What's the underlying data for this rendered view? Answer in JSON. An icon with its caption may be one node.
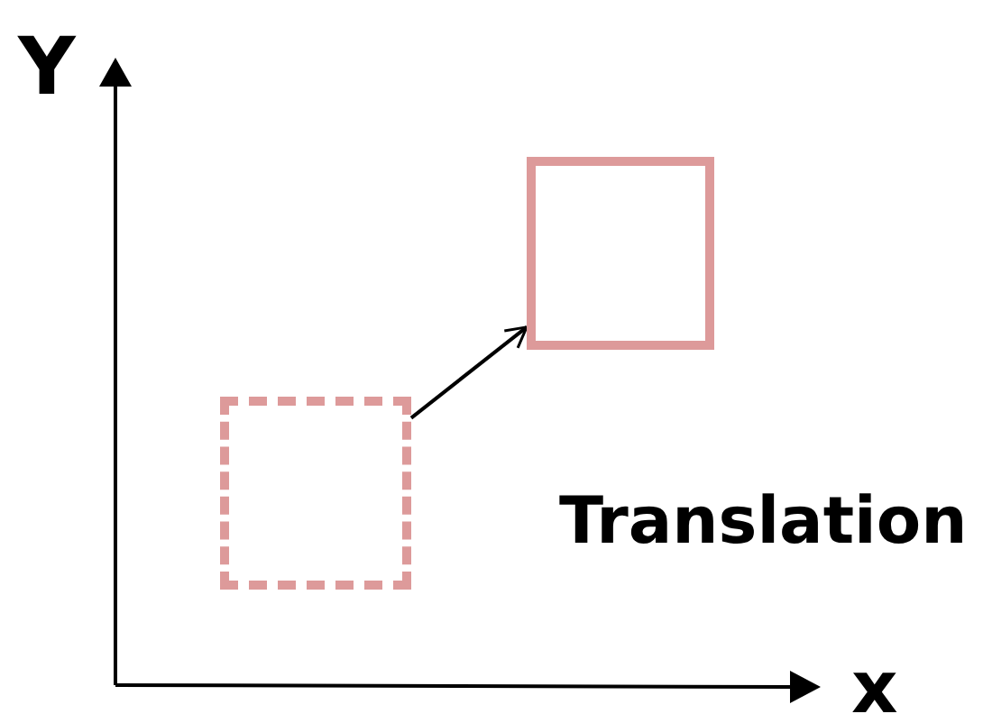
{
  "diagram": {
    "nodes": [
      {
        "text": [],
        "shape": "box"
      },
      {
        "text": [],
        "shape": "box"
      }
    ],
    "edges": [
      {
        "from": 0,
        "to": 1,
        "arrow": "to"
      }
    ],
    "labels": [
      "Y",
      "x",
      "Translation"
    ]
  }
}
